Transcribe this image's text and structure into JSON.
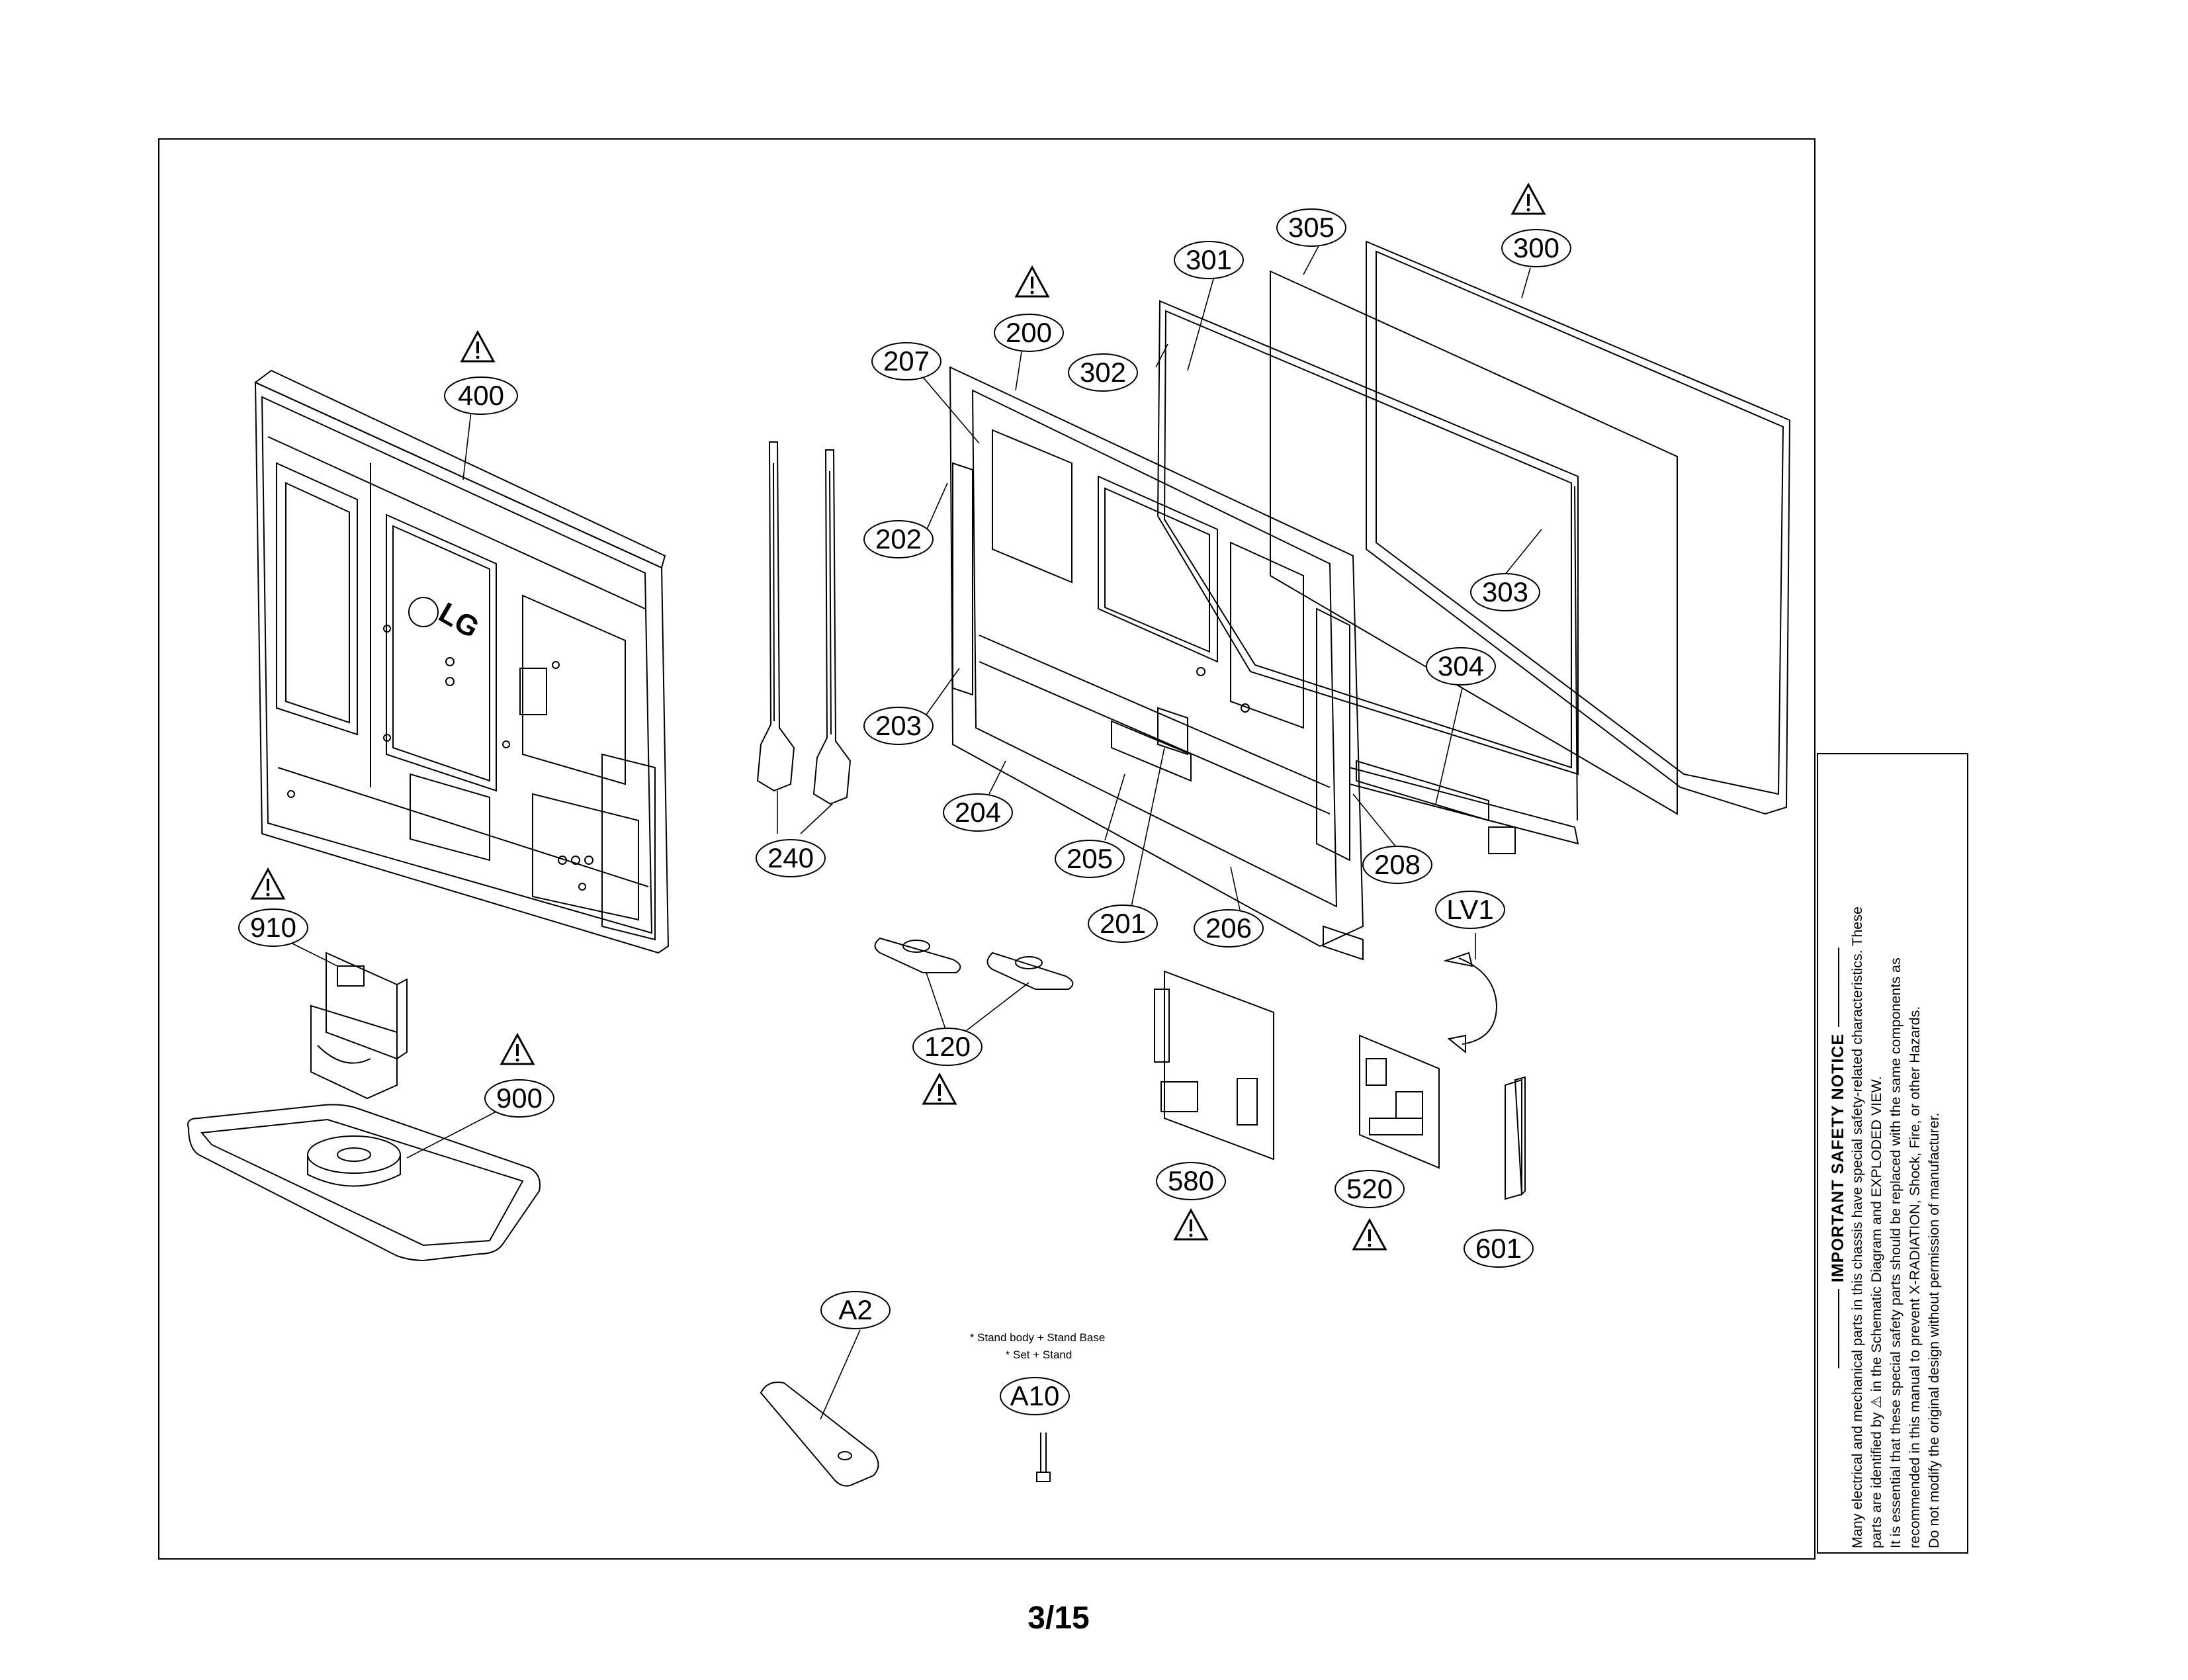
{
  "callouts": {
    "c400": "400",
    "c910": "910",
    "c900": "900",
    "c240": "240",
    "c207": "207",
    "c200": "200",
    "c202": "202",
    "c203": "203",
    "c204": "204",
    "c205": "205",
    "c201": "201",
    "c206": "206",
    "c208": "208",
    "c301": "301",
    "c302": "302",
    "c305": "305",
    "c300": "300",
    "c303": "303",
    "c304": "304",
    "c120": "120",
    "c580": "580",
    "c520": "520",
    "cLV1": "LV1",
    "c601": "601",
    "cA2": "A2",
    "cA10": "A10"
  },
  "warning_symbol": "!",
  "stand_note": {
    "line1": "* Stand body + Stand Base",
    "line2": "* Set + Stand"
  },
  "logo_text": "LG",
  "safety_notice": {
    "title": "IMPORTANT SAFETY NOTICE",
    "line1": "Many electrical and mechanical parts in this chassis have special safety-related characteristics. These",
    "line2": "parts are identified by ⚠ in the Schematic Diagram and EXPLODED VIEW.",
    "line3": "It is essential that these special safety parts should be replaced with the same components as",
    "line4": "recommended in this manual to prevent X-RADIATION, Shock, Fire, or other Hazards.",
    "line5": "Do not modify the original design without permission of manufacturer."
  },
  "page_number": "3/15"
}
